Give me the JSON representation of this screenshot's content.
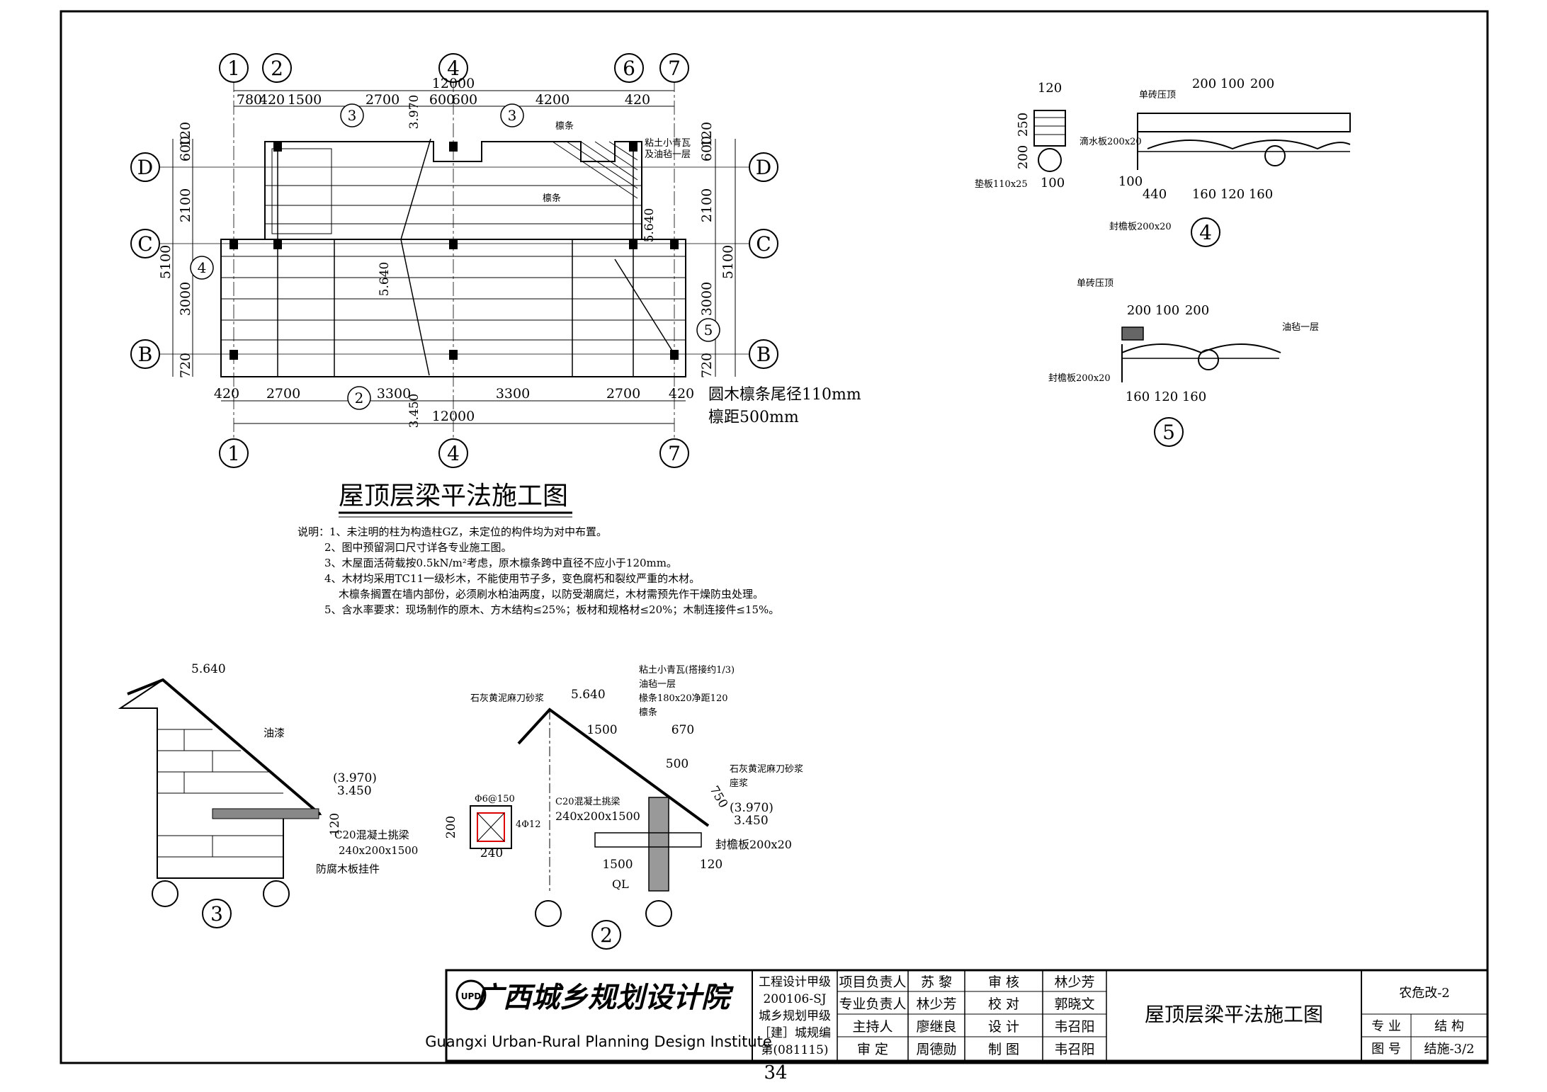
{
  "plan": {
    "axes_top": [
      "1",
      "2",
      "4",
      "6",
      "7"
    ],
    "axes_bottom": [
      "1",
      "4",
      "7"
    ],
    "axes_side": [
      "D",
      "C",
      "B"
    ],
    "dim_top_total": "12000",
    "dim_top_segments": [
      "780",
      "420",
      "1500",
      "2700",
      "600",
      "600",
      "4200",
      "420"
    ],
    "dim_bottom_segments": [
      "420",
      "2700",
      "3300",
      "3300",
      "2700",
      "420"
    ],
    "dim_bottom_total": "12000",
    "dim_left": [
      "600",
      "120",
      "2100",
      "5100",
      "3000",
      "720"
    ],
    "dim_right": [
      "600",
      "120",
      "2100",
      "5100",
      "3000",
      "720"
    ],
    "elev_3970": "3.970",
    "elev_5640": "5.640",
    "elev_3450": "3.450",
    "section_marks": [
      "3",
      "3",
      "4",
      "5",
      "2"
    ],
    "callout_labels": [
      "檩条",
      "檩条",
      "粘土小青瓦",
      "及油毡一层"
    ],
    "purlin_note_1": "圆木檩条尾径110mm",
    "purlin_note_2": "檩距500mm"
  },
  "plan_title": "屋顶层梁平法施工图",
  "notes": [
    "说明：1、未注明的柱为构造柱GZ，未定位的构件均为对中布置。",
    "2、图中预留洞口尺寸详各专业施工图。",
    "3、木屋面活荷载按0.5kN/m²考虑，原木檩条跨中直径不应小于120mm。",
    "4、木材均采用TC11一级杉木，不能使用节子多，变色腐朽和裂纹严重的木材。",
    "木檩条搁置在墙内部份，必须刷水柏油两度，以防受潮腐烂，木材需预先作干燥防虫处理。",
    "5、含水率要求：现场制作的原木、方木结构≤25%；板材和规格材≤20%；木制连接件≤15%。"
  ],
  "detail4": {
    "dims": [
      "120",
      "250",
      "200",
      "100",
      "200",
      "100",
      "200",
      "100",
      "440",
      "160",
      "120",
      "160"
    ],
    "labels": [
      "单砖压顶",
      "滴水板200x20",
      "垫板110x25",
      "封檐板200x20"
    ],
    "mark": "4"
  },
  "detail5": {
    "dims": [
      "200",
      "100",
      "200",
      "160",
      "120",
      "160"
    ],
    "labels": [
      "单砖压顶",
      "油毡一层",
      "封檐板200x20"
    ],
    "mark": "5"
  },
  "detail3": {
    "elev_top": "5.640",
    "elev_a": "(3.970)",
    "elev_b": "3.450",
    "dim": "120",
    "labels": [
      "油漆",
      "C20混凝土挑梁",
      "240x200x1500",
      "防腐木板挂件"
    ],
    "mark": "3"
  },
  "detail2": {
    "elev_top": "5.640",
    "elev_a": "(3.970)",
    "elev_b": "3.450",
    "dims": [
      "1500",
      "670",
      "500",
      "750",
      "1500",
      "120",
      "200",
      "240"
    ],
    "labels": [
      "石灰黄泥麻刀砂浆",
      "粘土小青瓦(搭接约1/3)",
      "油毡一层",
      "椽条180x20净距120",
      "檩条",
      "石灰黄泥麻刀砂浆",
      "座浆",
      "C20混凝土挑梁",
      "240x200x1500",
      "封檐板200x20",
      "QL",
      "Φ6@150",
      "4Φ12"
    ],
    "mark": "2"
  },
  "title_block": {
    "logo_cn": "广西城乡规划设计院",
    "logo_en": "Guangxi Urban-Rural Planning Design Institute",
    "cert": [
      "工程设计甲级",
      "200106-SJ",
      "城乡规划甲级",
      "［建］城规编",
      "第(081115)"
    ],
    "roles": [
      {
        "role": "项目负责人",
        "name": "苏  黎",
        "role2": "审  核",
        "name2": "林少芳"
      },
      {
        "role": "专业负责人",
        "name": "林少芳",
        "role2": "校  对",
        "name2": "郭晓文"
      },
      {
        "role": "主持人",
        "name": "廖继良",
        "role2": "设  计",
        "name2": "韦召阳"
      },
      {
        "role": "审  定",
        "name": "周德勋",
        "role2": "制  图",
        "name2": "韦召阳"
      }
    ],
    "drawing_title": "屋顶层梁平法施工图",
    "project": "农危改-2",
    "discipline_label": "专  业",
    "discipline": "结 构",
    "number_label": "图  号",
    "number": "结施-3/2"
  },
  "page_number": "34"
}
